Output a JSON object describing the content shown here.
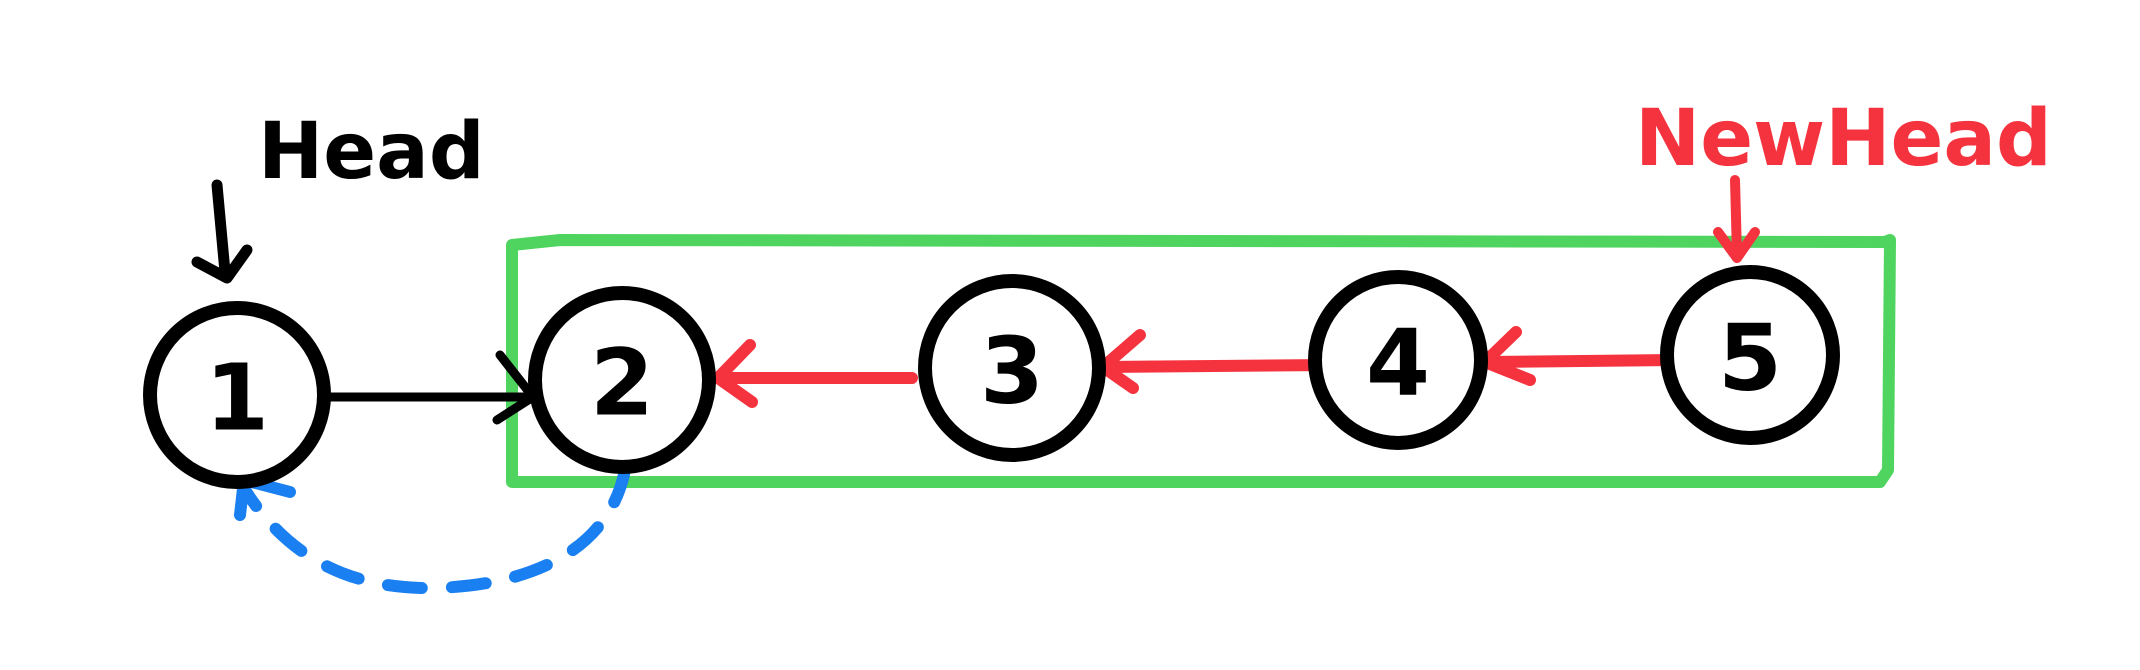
{
  "colors": {
    "ink": "#000000",
    "reverse_arrow": "#f5333f",
    "box": "#4fd45f",
    "dashed_arrow": "#1a7ff0"
  },
  "labels": {
    "head": "Head",
    "new_head": "NewHead"
  },
  "nodes": [
    {
      "label": "1"
    },
    {
      "label": "2"
    },
    {
      "label": "3"
    },
    {
      "label": "4"
    },
    {
      "label": "5"
    }
  ]
}
